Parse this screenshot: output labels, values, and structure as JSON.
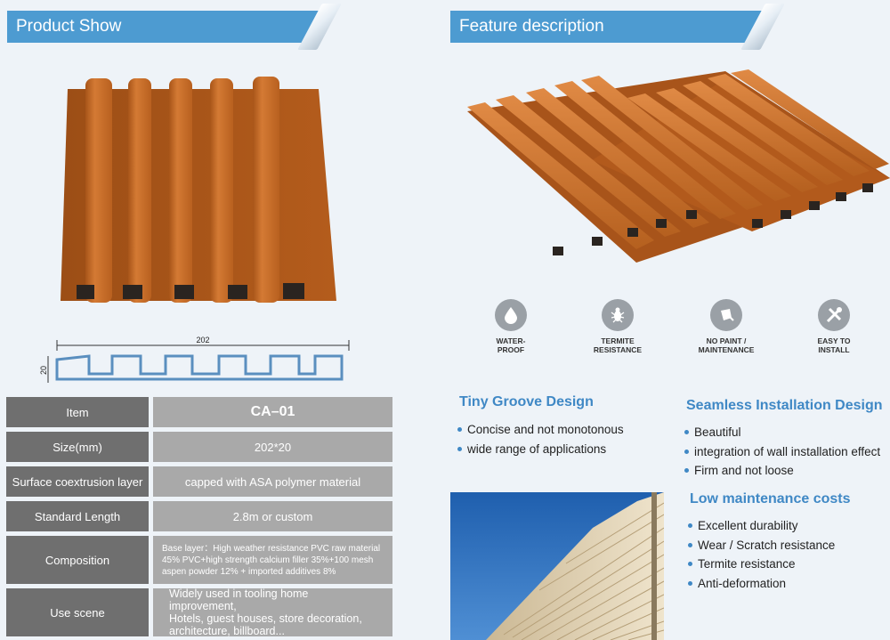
{
  "banners": {
    "left": "Product Show",
    "right": "Feature description"
  },
  "drawing": {
    "width_label": "202",
    "height_label": "20"
  },
  "spec_table": [
    {
      "key": "Item",
      "value": "CA–01"
    },
    {
      "key": "Size(mm)",
      "value": "202*20"
    },
    {
      "key": "Surface coextrusion layer",
      "value": "capped with ASA polymer material"
    },
    {
      "key": "Standard Length",
      "value": "2.8m or custom"
    },
    {
      "key": "Composition",
      "value_lines": [
        "Base layer：High weather resistance PVC raw material",
        "45% PVC+high strength calcium filler 35%+100 mesh",
        "aspen powder 12% + imported additives 8%"
      ]
    },
    {
      "key": "Use scene",
      "value_lines": [
        "Widely used in tooling home improvement,",
        "Hotels, guest houses, store decoration,",
        "architecture, billboard..."
      ]
    }
  ],
  "features": [
    {
      "icon": "water-drop-icon",
      "label_lines": [
        "WATER-",
        "PROOF"
      ]
    },
    {
      "icon": "termite-icon",
      "label_lines": [
        "TERMITE",
        "RESISTANCE"
      ]
    },
    {
      "icon": "paint-bucket-icon",
      "label_lines": [
        "NO PAINT /",
        "MAINTENANCE"
      ]
    },
    {
      "icon": "tools-icon",
      "label_lines": [
        "EASY TO",
        "INSTALL"
      ]
    }
  ],
  "sections": {
    "tiny_groove": {
      "title": "Tiny Groove Design",
      "items": [
        "Concise and not monotonous",
        "wide range of applications"
      ]
    },
    "seamless": {
      "title": "Seamless Installation Design",
      "items": [
        "Beautiful",
        "integration of wall installation effect",
        "Firm and not loose"
      ]
    },
    "low_maintenance": {
      "title": "Low maintenance costs",
      "items": [
        "Excellent durability",
        "Wear / Scratch resistance",
        "Termite resistance",
        "Anti-deformation"
      ]
    }
  },
  "colors": {
    "banner": "#4d9bd1",
    "accent": "#3f88c5",
    "panel": "#c56d2b"
  }
}
